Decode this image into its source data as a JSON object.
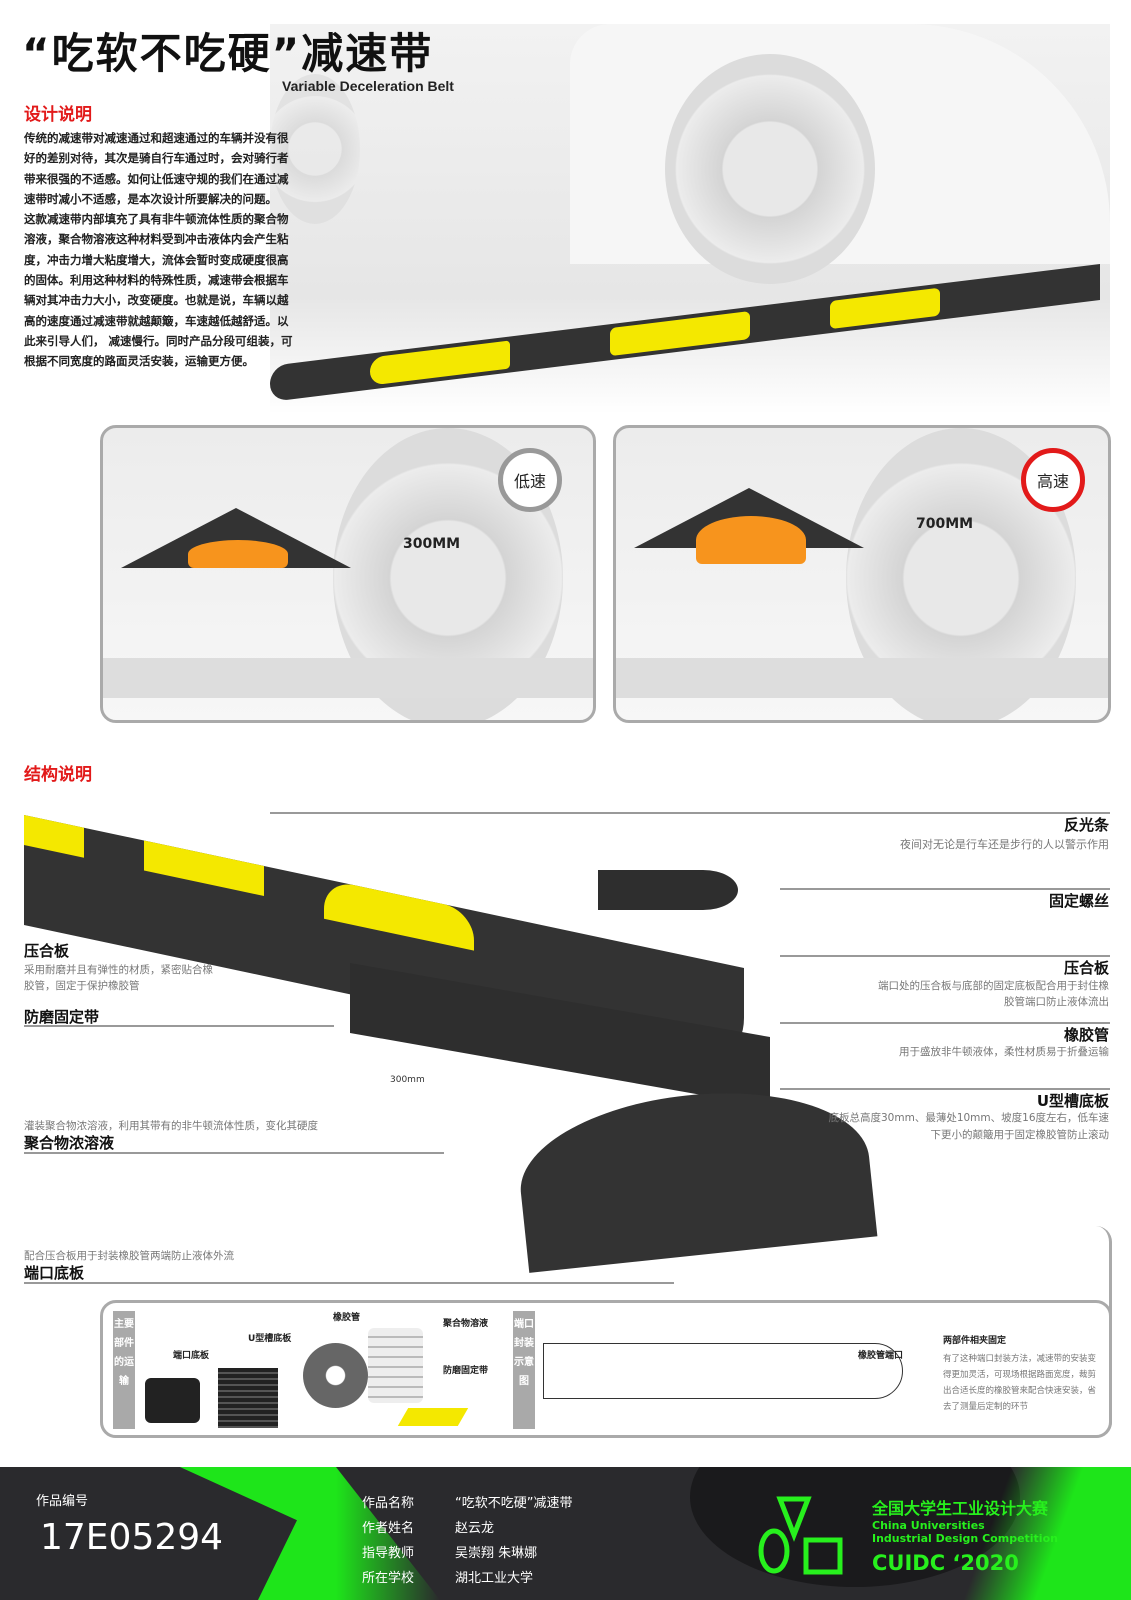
{
  "header": {
    "title": "“吃软不吃硬”减速带",
    "subtitle": "Variable Deceleration Belt"
  },
  "design": {
    "heading": "设计说明",
    "paragraphs": [
      "传统的减速带对减速通过和超速通过的车辆并没有很好的差别对待，其次是骑自行车通过时，会对骑行者带来很强的不适感。如何让低速守规的我们在通过减速带时减小不适感，是本次设计所要解决的问题。",
      "这款减速带内部填充了具有非牛顿流体性质的聚合物溶液，聚合物溶液这种材料受到冲击液体内会产生粘度，冲击力增大粘度增大，流体会暂时变成硬度很高的固体。利用这种材料的特殊性质，减速带会根据车辆对其冲击力大小，改变硬度。也就是说，车辆以越高的速度通过减速带就越颠簸，车速越低越舒适。以此来引导人们， 减速慢行。同时产品分段可组装，可根据不同宽度的路面灵活安装，运输更方便。"
    ]
  },
  "panels": [
    {
      "speed": "低速",
      "height": "300MM",
      "ring_color": "#999999"
    },
    {
      "speed": "高速",
      "height": "700MM",
      "ring_color": "#e21a1a"
    }
  ],
  "structure": {
    "heading": "结构说明",
    "dimension": "300mm",
    "right": [
      {
        "title": "反光条",
        "desc": "夜间对无论是行车还是步行的人以警示作用"
      },
      {
        "title": "固定螺丝",
        "desc": ""
      },
      {
        "title": "压合板",
        "desc": "端口处的压合板与底部的固定底板配合用于封住橡胶管端口防止液体流出"
      },
      {
        "title": "橡胶管",
        "desc": "用于盛放非牛顿液体，柔性材质易于折叠运输"
      },
      {
        "title": "U型槽底板",
        "desc": "底板总高度30mm、最薄处10mm、坡度16度左右，低车速下更小的颠簸用于固定橡胶管防止滚动"
      }
    ],
    "left": [
      {
        "title": "压合板",
        "desc": "采用耐磨并且有弹性的材质，紧密贴合橡胶管，固定于保护橡胶管"
      },
      {
        "title": "防磨固定带",
        "desc": ""
      },
      {
        "title": "聚合物浓溶液",
        "desc": "灌装聚合物浓溶液，利用其带有的非牛顿流体性质，变化其硬度"
      },
      {
        "title": "端口底板",
        "desc": "配合压合板用于封装橡胶管两端防止液体外流"
      }
    ]
  },
  "transport": {
    "vertical": "主要部件的运输",
    "items": [
      "端口底板",
      "U型槽底板",
      "橡胶管",
      "聚合物溶液",
      "防磨固定带"
    ]
  },
  "sealing": {
    "vertical": "端口封装示意图",
    "port_label": "橡胶管端口",
    "title": "两部件相夹固定",
    "desc": "有了这种端口封装方法，减速带的安装变得更加灵活，可现场根据路面宽度，裁剪出合适长度的橡胶管来配合快速安装，省去了测量后定制的环节"
  },
  "footer": {
    "id_label": "作品编号",
    "id": "17E05294",
    "rows": [
      {
        "k": "作品名称",
        "v": "“吃软不吃硬”减速带"
      },
      {
        "k": "作者姓名",
        "v": "赵云龙"
      },
      {
        "k": "指导教师",
        "v": "吴崇翔 朱琳娜"
      },
      {
        "k": "所在学校",
        "v": "湖北工业大学"
      }
    ],
    "comp_cn": "全国大学生工业设计大赛",
    "comp_en1": "China Universities",
    "comp_en2": "Industrial Design Competition",
    "comp_year": "CUIDC ‘2020"
  },
  "colors": {
    "accent": "#e21a1a",
    "green": "#27f01d",
    "yellow": "#f4e800",
    "orange": "#f7941d"
  }
}
